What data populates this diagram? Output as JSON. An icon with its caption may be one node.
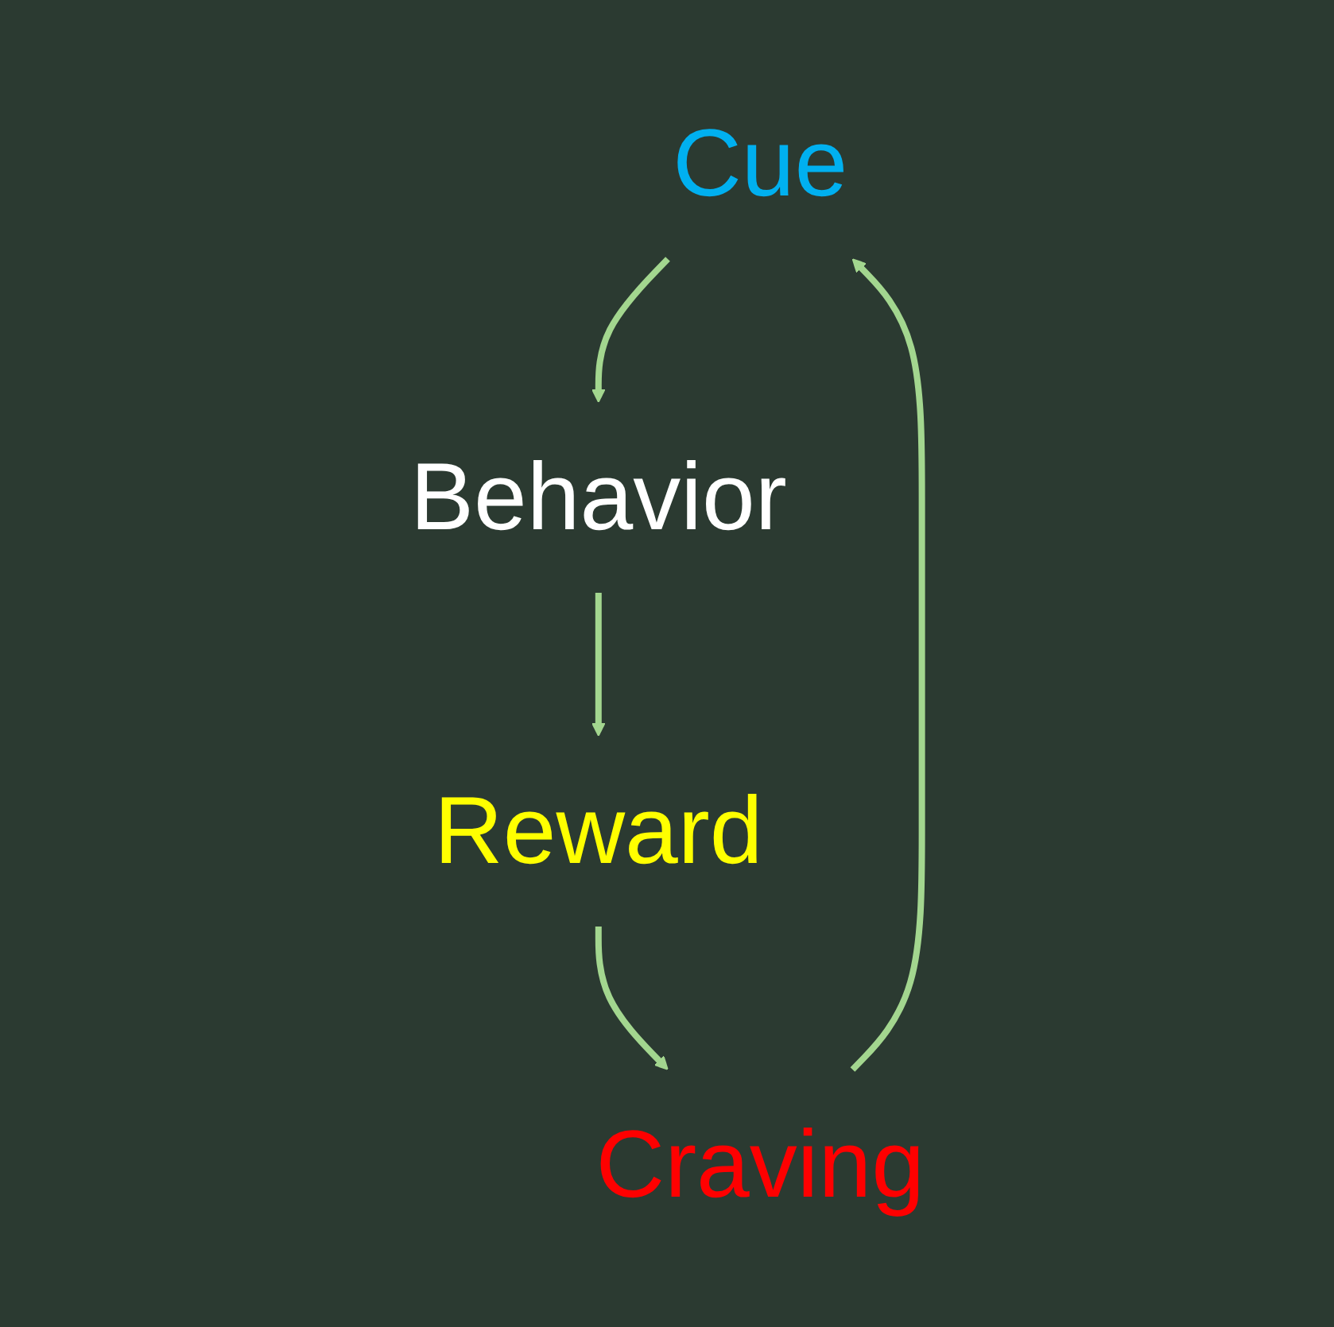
{
  "diagram": {
    "nodes": [
      {
        "text": [
          "Cue"
        ]
      },
      {
        "text": [
          "Behavior"
        ]
      },
      {
        "text": [
          "Reward"
        ]
      },
      {
        "text": [
          "Craving"
        ]
      }
    ],
    "edges": [
      {
        "from": 0,
        "to": 1,
        "arrow": "to"
      },
      {
        "from": 1,
        "to": 2,
        "arrow": "to"
      },
      {
        "from": 2,
        "to": 3,
        "arrow": "to"
      },
      {
        "from": 3,
        "to": 0,
        "arrow": "to"
      }
    ]
  }
}
